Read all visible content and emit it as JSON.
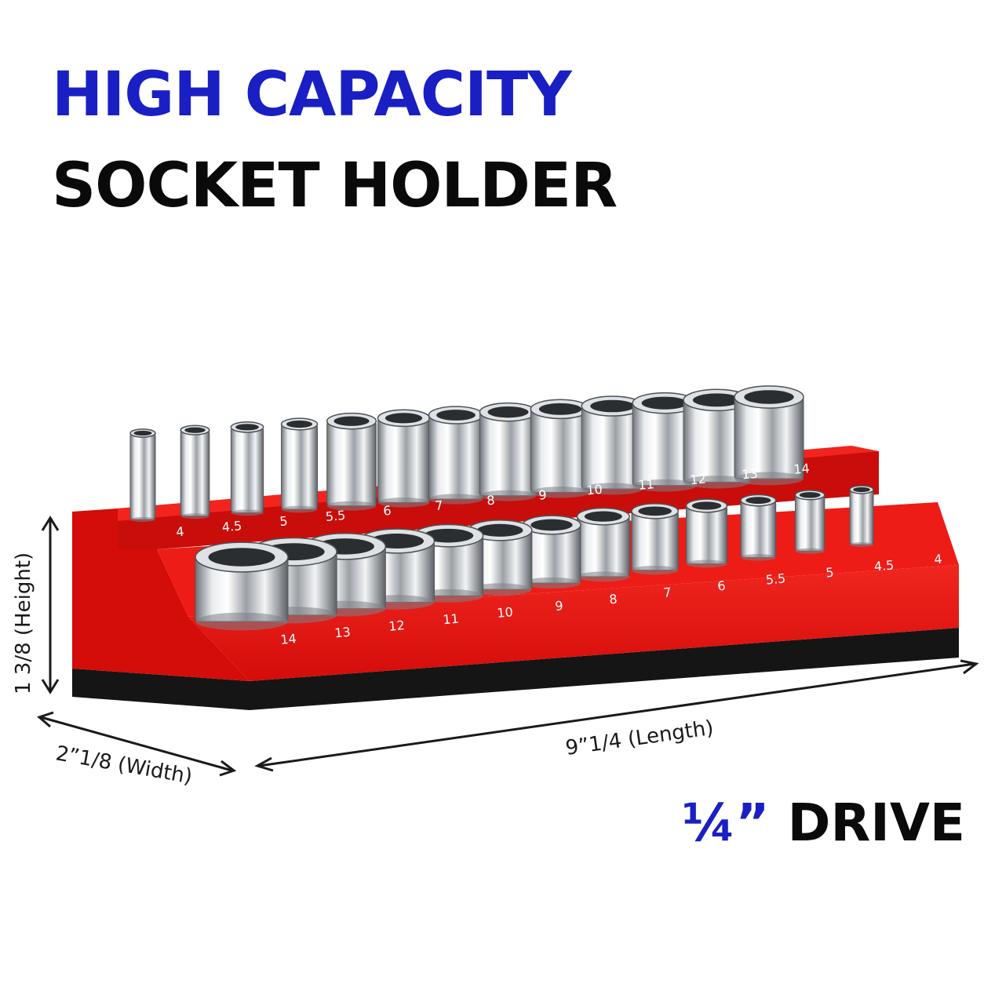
{
  "headline": {
    "line1": "HIGH CAPACITY",
    "line2": "SOCKET HOLDER"
  },
  "drive": {
    "fraction": "¼”",
    "label": "DRIVE"
  },
  "dimensions": {
    "height": "1 3/8 (Height)",
    "width": "2”1/8 (Width)",
    "length": "9”1/4 (Length)"
  },
  "rack": {
    "top_row_labels": [
      "4",
      "4.5",
      "5",
      "5.5",
      "6",
      "7",
      "8",
      "9",
      "10",
      "11",
      "12",
      "13",
      "14"
    ],
    "bottom_row_labels": [
      "14",
      "13",
      "12",
      "11",
      "10",
      "9",
      "8",
      "7",
      "6",
      "5.5",
      "5",
      "4.5",
      "4"
    ]
  },
  "colors": {
    "accent_blue": "#1a1fc4",
    "rack_red": "#e8100d",
    "rack_red_dark": "#b80a08",
    "magnet_base": "#151515"
  }
}
